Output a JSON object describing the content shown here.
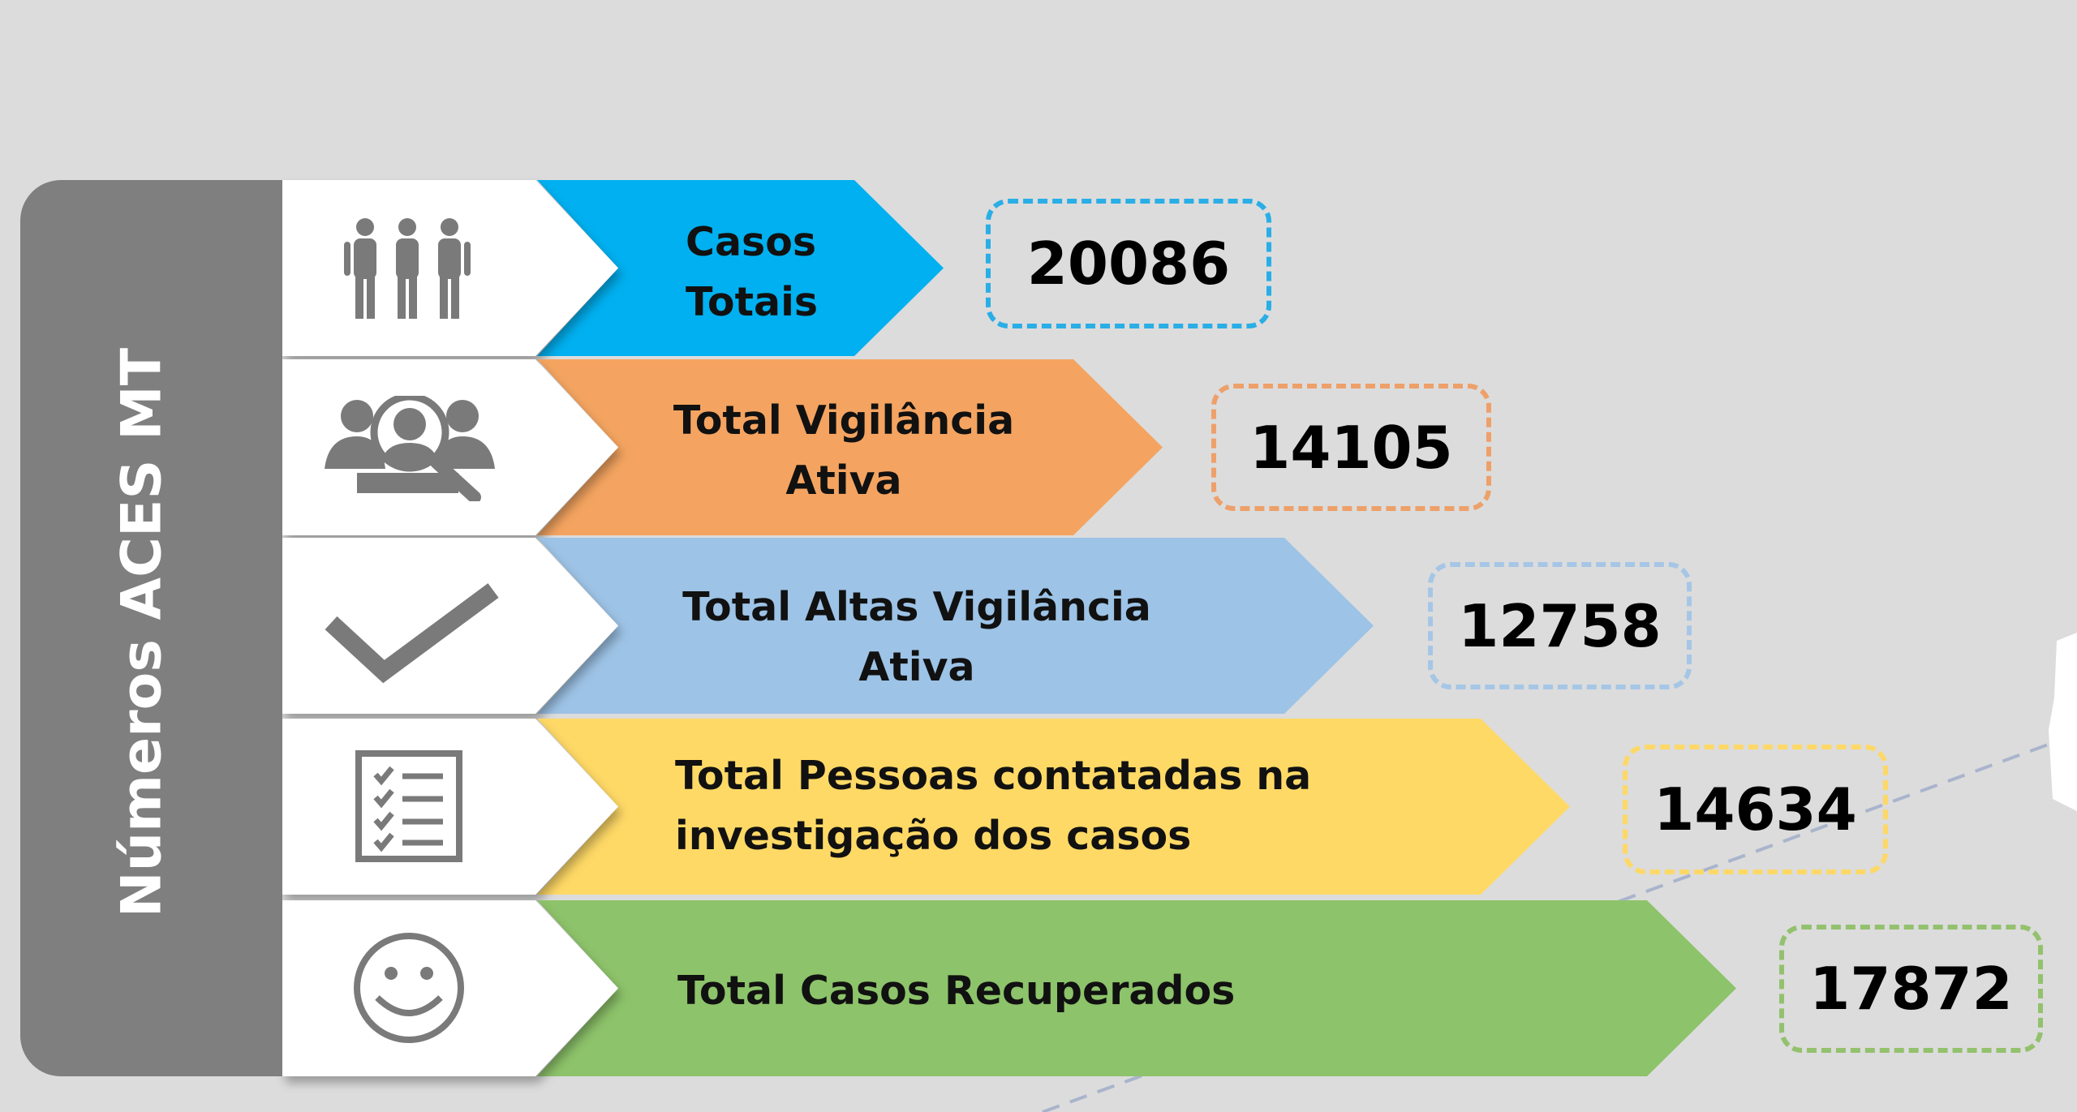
{
  "sidebar": {
    "title": "Números ACES MT"
  },
  "rows": [
    {
      "label_line1": "Casos",
      "label_line2": "Totais",
      "value": "20086",
      "color": "#00b0f0",
      "icon": "people-group-icon"
    },
    {
      "label_line1": "Total Vigilância",
      "label_line2": "Ativa",
      "value": "14105",
      "color": "#f4a460",
      "icon": "people-search-icon"
    },
    {
      "label_line1": "Total Altas Vigilância",
      "label_line2": "Ativa",
      "value": "12758",
      "color": "#9dc3e6",
      "icon": "checkmark-icon"
    },
    {
      "label_line1": "Total Pessoas contatadas na",
      "label_line2": "investigação dos casos",
      "value": "14634",
      "color": "#ffd966",
      "icon": "checklist-icon"
    },
    {
      "label_line1": "Total Casos Recuperados",
      "label_line2": "",
      "value": "17872",
      "color": "#8dc36a",
      "icon": "smiley-icon"
    }
  ]
}
